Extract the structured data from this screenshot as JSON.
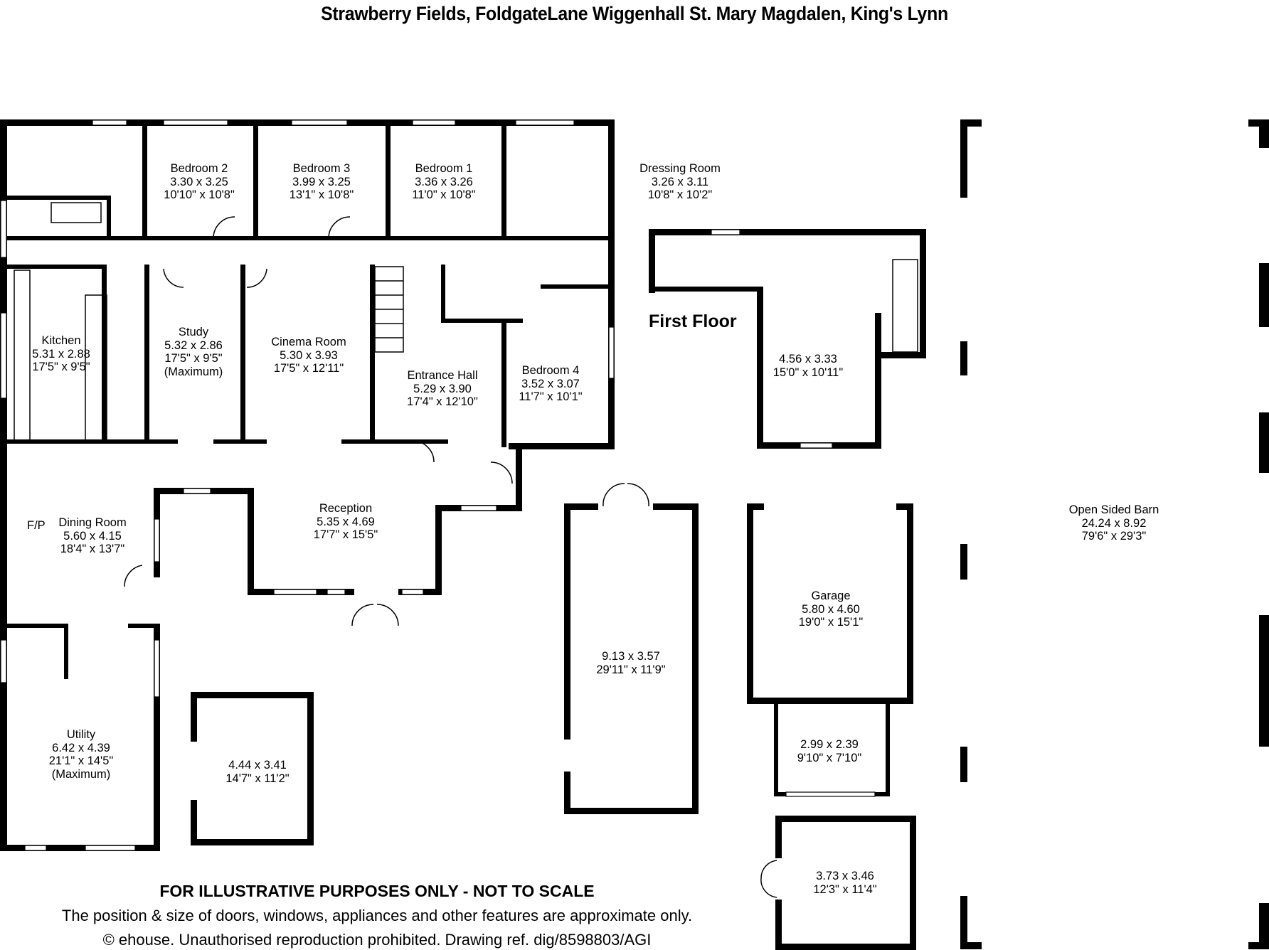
{
  "title": "Strawberry Fields, FoldgateLane Wiggenhall St. Mary Magdalen, King's Lynn",
  "floor_label": "First Floor",
  "fireplace_label": "F/P",
  "rooms": [
    {
      "id": "bedroom-2",
      "name": "Bedroom 2",
      "metric": "3.30 x 3.25",
      "imperial": "10'10\" x 10'8\""
    },
    {
      "id": "bedroom-3",
      "name": "Bedroom 3",
      "metric": "3.99 x 3.25",
      "imperial": "13'1\" x 10'8\""
    },
    {
      "id": "bedroom-1",
      "name": "Bedroom 1",
      "metric": "3.36 x 3.26",
      "imperial": "11'0\" x 10'8\""
    },
    {
      "id": "dressing-room",
      "name": "Dressing Room",
      "metric": "3.26 x 3.11",
      "imperial": "10'8\" x 10'2\""
    },
    {
      "id": "kitchen",
      "name": "Kitchen",
      "metric": "5.31 x 2.88",
      "imperial": "17'5\" x 9'5\""
    },
    {
      "id": "study",
      "name": "Study",
      "metric": "5.32 x 2.86",
      "imperial": "17'5\" x 9'5\"",
      "note": "(Maximum)"
    },
    {
      "id": "cinema-room",
      "name": "Cinema Room",
      "metric": "5.30 x 3.93",
      "imperial": "17'5\" x 12'11\""
    },
    {
      "id": "entrance-hall",
      "name": "Entrance Hall",
      "metric": "5.29 x 3.90",
      "imperial": "17'4\" x 12'10\""
    },
    {
      "id": "bedroom-4",
      "name": "Bedroom 4",
      "metric": "3.52 x 3.07",
      "imperial": "11'7\" x 10'1\""
    },
    {
      "id": "dining-room",
      "name": "Dining Room",
      "metric": "5.60 x 4.15",
      "imperial": "18'4\" x 13'7\""
    },
    {
      "id": "reception",
      "name": "Reception",
      "metric": "5.35 x 4.69",
      "imperial": "17'7\" x 15'5\""
    },
    {
      "id": "utility",
      "name": "Utility",
      "metric": "6.42 x 4.39",
      "imperial": "21'1\" x 14'5\"",
      "note": "(Maximum)"
    },
    {
      "id": "outbuilding-a",
      "name": "",
      "metric": "4.44 x 3.41",
      "imperial": "14'7\" x 11'2\""
    },
    {
      "id": "first-floor-room",
      "name": "",
      "metric": "4.56 x 3.33",
      "imperial": "15'0\" x 10'11\""
    },
    {
      "id": "outbuilding-b",
      "name": "",
      "metric": "9.13 x 3.57",
      "imperial": "29'11\" x 11'9\""
    },
    {
      "id": "garage",
      "name": "Garage",
      "metric": "5.80 x 4.60",
      "imperial": "19'0\" x 15'1\""
    },
    {
      "id": "garage-annex",
      "name": "",
      "metric": "2.99 x 2.39",
      "imperial": "9'10\" x 7'10\""
    },
    {
      "id": "outbuilding-c",
      "name": "",
      "metric": "3.73 x 3.46",
      "imperial": "12'3\" x 11'4\""
    },
    {
      "id": "open-sided-barn",
      "name": "Open Sided Barn",
      "metric": "24.24 x 8.92",
      "imperial": "79'6\" x 29'3\""
    }
  ],
  "footer": {
    "disclaimer": "FOR ILLUSTRATIVE PURPOSES ONLY - NOT TO SCALE",
    "note": "The position & size of doors, windows, appliances and other features are approximate only.",
    "copyright": "© ehouse. Unauthorised reproduction prohibited. Drawing ref. dig/8598803/AGI"
  }
}
